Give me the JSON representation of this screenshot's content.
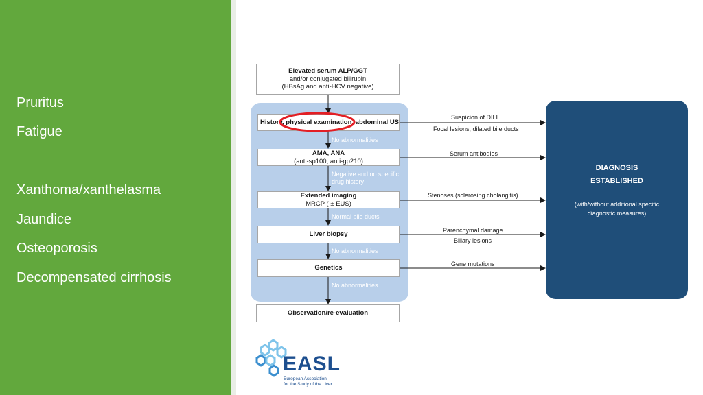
{
  "sidebar": {
    "items": [
      "Pruritus",
      "Fatigue",
      "Xanthoma/xanthelasma",
      "Jaundice",
      "Osteoporosis",
      "Decompensated cirrhosis"
    ]
  },
  "flowchart": {
    "start": {
      "line1": "Elevated serum ALP/GGT",
      "line2": "and/or conjugated bilirubin",
      "line3": "(HBsAg and anti-HCV negative)"
    },
    "steps": [
      {
        "line1": "History, physical examination, abdominal US",
        "line2": ""
      },
      {
        "line1": "AMA, ANA",
        "line2": "(anti-sp100, anti-gp210)"
      },
      {
        "line1": "Extended imaging",
        "line2": "MRCP ( ± EUS)"
      },
      {
        "line1": "Liver biopsy",
        "line2": ""
      },
      {
        "line1": "Genetics",
        "line2": ""
      }
    ],
    "transitions": [
      {
        "line1": "No abnormalities",
        "line2": ""
      },
      {
        "line1": "Negative and no specific",
        "line2": "drug history"
      },
      {
        "line1": "Normal bile ducts",
        "line2": ""
      },
      {
        "line1": "No abnormalities",
        "line2": ""
      },
      {
        "line1": "No abnormalities",
        "line2": ""
      }
    ],
    "findings": [
      {
        "line1": "Suspicion of DILI",
        "line2": "Focal lesions; dilated bile ducts"
      },
      {
        "line1": "Serum antibodies",
        "line2": ""
      },
      {
        "line1": "Stenoses (sclerosing cholangitis)",
        "line2": ""
      },
      {
        "line1": "Parenchymal damage",
        "line2": "Biliary lesions"
      },
      {
        "line1": "Gene mutations",
        "line2": ""
      }
    ],
    "end": "Observation/re-evaluation",
    "diagnosis": {
      "title_line1": "DIAGNOSIS",
      "title_line2": "ESTABLISHED",
      "sub_line1": "(with/without additional specific",
      "sub_line2": "diagnostic measures)"
    },
    "colors": {
      "panel": "#b8cfea",
      "diagnosis_box": "#1f4e79",
      "highlight_ellipse": "#e31e24",
      "sidebar": "#62a83d"
    }
  },
  "logo": {
    "name": "EASL",
    "sub_line1": "European Association",
    "sub_line2": "for the Study of the Liver"
  }
}
